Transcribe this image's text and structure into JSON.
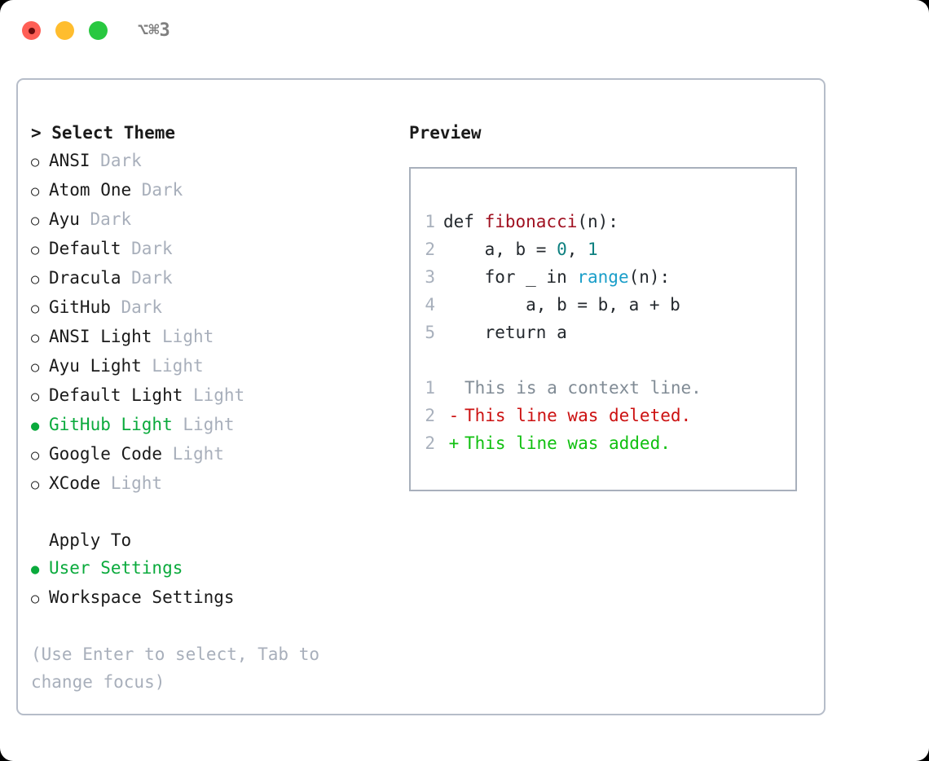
{
  "window": {
    "shortcut": "⌥⌘3",
    "traffic_lights": [
      {
        "name": "close-button",
        "color": "#ff5f56"
      },
      {
        "name": "minimize-button",
        "color": "#ffbd2e"
      },
      {
        "name": "maximize-button",
        "color": "#28c840"
      }
    ]
  },
  "theme_section": {
    "header": "> Select Theme",
    "unselected_marker": "○",
    "selected_marker": "●",
    "items": [
      {
        "name": "ANSI",
        "variant": "Dark",
        "selected": false
      },
      {
        "name": "Atom One",
        "variant": "Dark",
        "selected": false
      },
      {
        "name": "Ayu",
        "variant": "Dark",
        "selected": false
      },
      {
        "name": "Default",
        "variant": "Dark",
        "selected": false
      },
      {
        "name": "Dracula",
        "variant": "Dark",
        "selected": false
      },
      {
        "name": "GitHub",
        "variant": "Dark",
        "selected": false
      },
      {
        "name": "ANSI Light",
        "variant": "Light",
        "selected": false
      },
      {
        "name": "Ayu Light",
        "variant": "Light",
        "selected": false
      },
      {
        "name": "Default Light",
        "variant": "Light",
        "selected": false
      },
      {
        "name": "GitHub Light",
        "variant": "Light",
        "selected": true
      },
      {
        "name": "Google Code",
        "variant": "Light",
        "selected": false
      },
      {
        "name": "XCode",
        "variant": "Light",
        "selected": false
      }
    ]
  },
  "apply_section": {
    "header": "Apply To",
    "items": [
      {
        "name": "User Settings",
        "selected": true
      },
      {
        "name": "Workspace Settings",
        "selected": false
      }
    ]
  },
  "hint": "(Use Enter to select, Tab to change focus)",
  "preview": {
    "title": "Preview",
    "code_lines": [
      {
        "no": "1",
        "segments": [
          {
            "text": "def ",
            "type": "plain"
          },
          {
            "text": "fibonacci",
            "type": "function"
          },
          {
            "text": "(n):",
            "type": "plain"
          }
        ]
      },
      {
        "no": "2",
        "segments": [
          {
            "text": "    a, b = ",
            "type": "plain"
          },
          {
            "text": "0",
            "type": "number"
          },
          {
            "text": ", ",
            "type": "plain"
          },
          {
            "text": "1",
            "type": "number"
          }
        ]
      },
      {
        "no": "3",
        "segments": [
          {
            "text": "    for _ in ",
            "type": "plain"
          },
          {
            "text": "range",
            "type": "call"
          },
          {
            "text": "(n):",
            "type": "plain"
          }
        ]
      },
      {
        "no": "4",
        "segments": [
          {
            "text": "        a, b = b, a + b",
            "type": "plain"
          }
        ]
      },
      {
        "no": "5",
        "segments": [
          {
            "text": "    return a",
            "type": "plain"
          }
        ]
      }
    ],
    "diff_lines": [
      {
        "no": "1",
        "mark": " ",
        "text": "This is a context line.",
        "kind": "context"
      },
      {
        "no": "2",
        "mark": "-",
        "text": "This line was deleted.",
        "kind": "deleted"
      },
      {
        "no": "2",
        "mark": "+",
        "text": "This line was added.",
        "kind": "added"
      }
    ]
  },
  "colors": {
    "selected_green": "#0aaa3c",
    "muted_grey": "#a8afbb",
    "border": "#b6bdc9",
    "function_red": "#a01020",
    "number_teal": "#0e8080",
    "call_blue": "#1a9ec9",
    "diff_deleted": "#cc1111",
    "diff_added": "#10c010",
    "diff_context": "#808b95"
  }
}
